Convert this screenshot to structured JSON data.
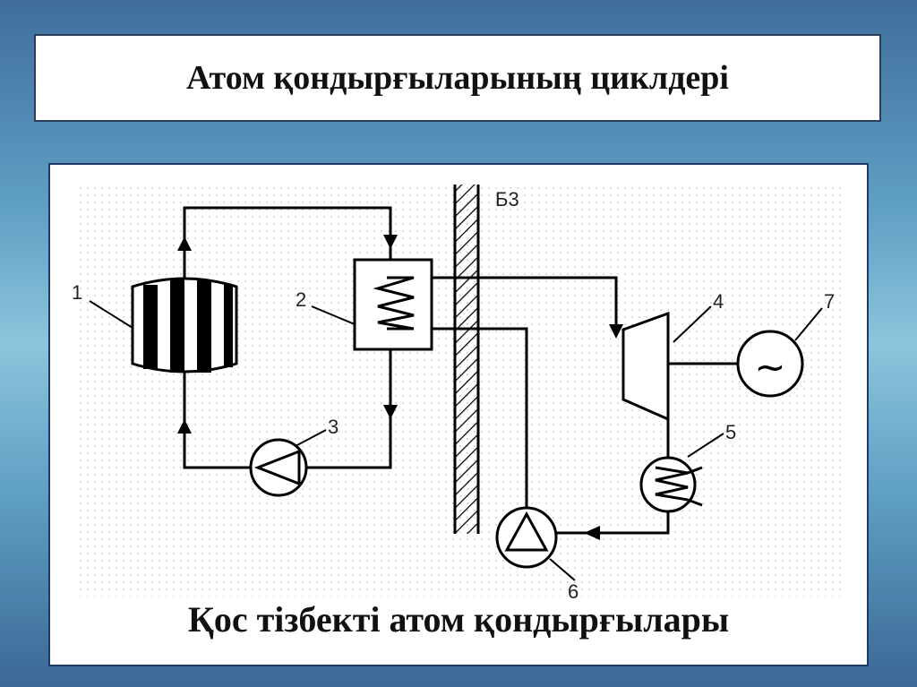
{
  "slide": {
    "title": "Атом қондырғыларының циклдері",
    "caption": "Қос тізбекті атом қондырғылары"
  },
  "diagram": {
    "barrier_label": "Б3",
    "component_labels": [
      "1",
      "2",
      "3",
      "4",
      "5",
      "6",
      "7"
    ],
    "generator_symbol": "~"
  }
}
